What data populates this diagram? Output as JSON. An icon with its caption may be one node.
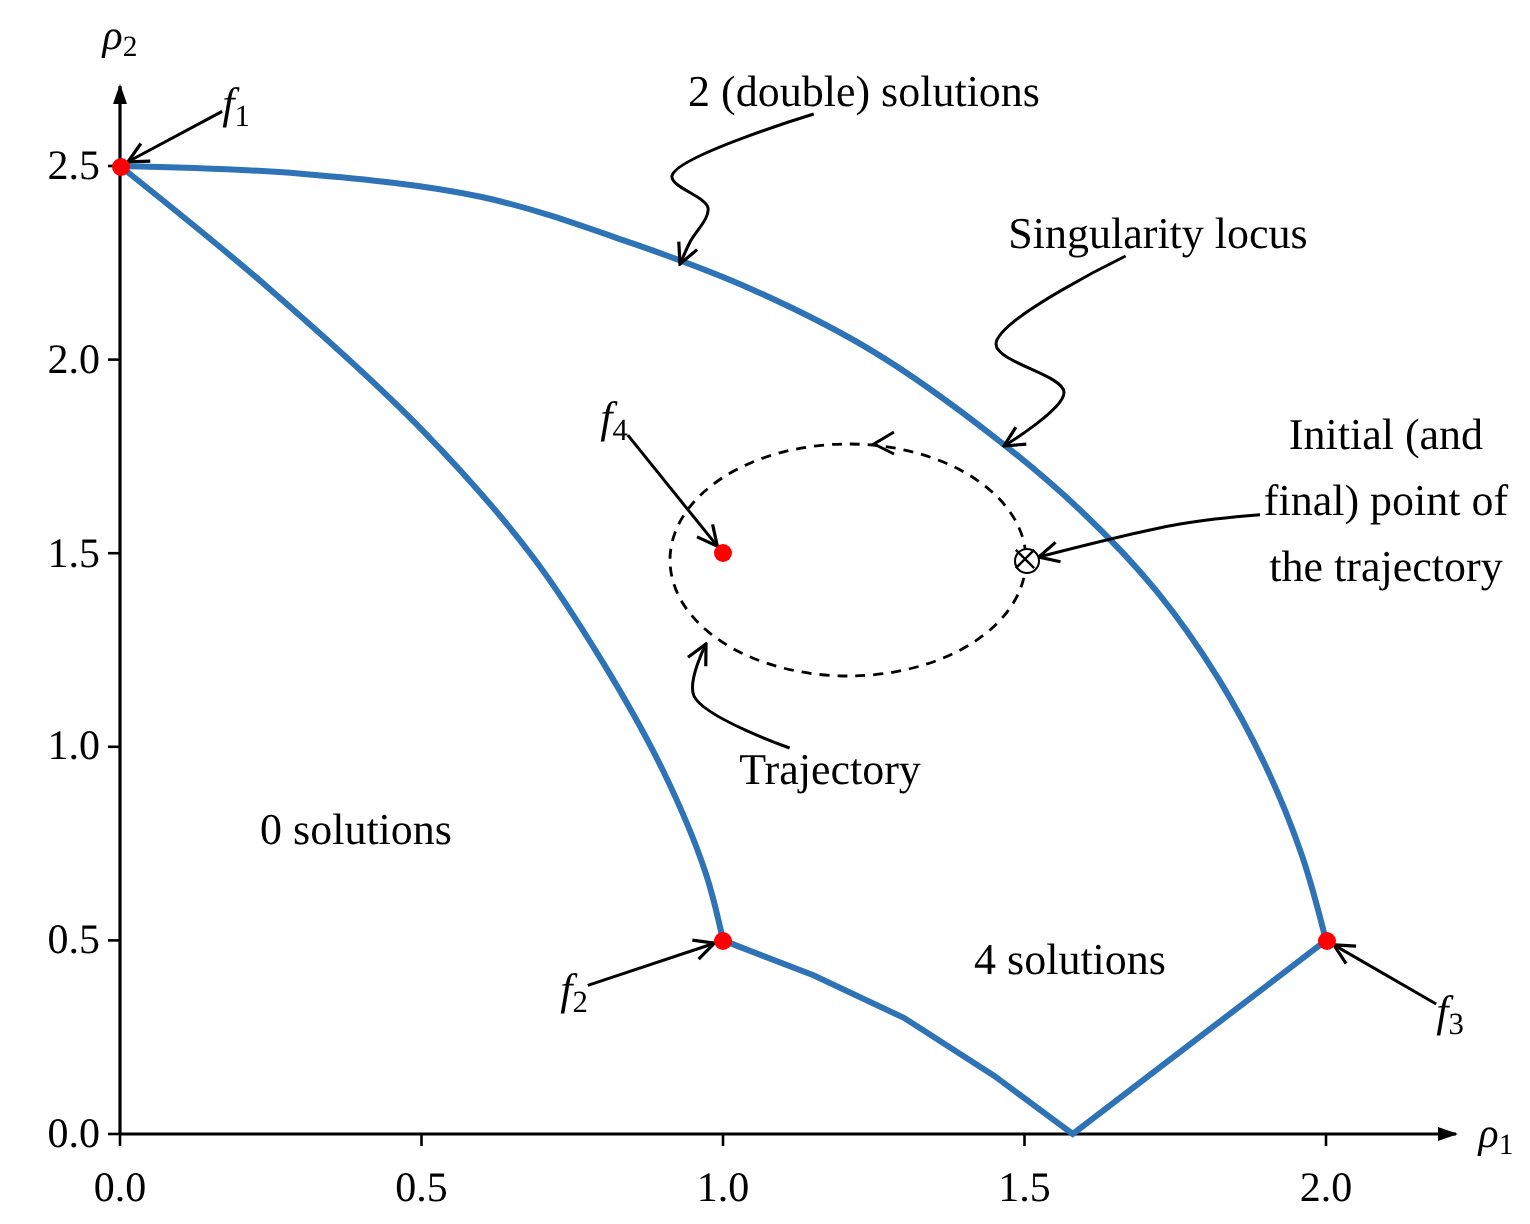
{
  "diagram": {
    "nodes": [
      {
        "text": [
          "*f*$_{1}$"
        ]
      },
      {
        "text": [],
        "shape": "dot"
      },
      {
        "text": [
          "2 (double) solutions"
        ]
      },
      {
        "text": [
          "Singularity locus"
        ]
      },
      {
        "text": [
          "*f*$_{4}$"
        ]
      },
      {
        "text": [],
        "shape": "dot"
      },
      {
        "text": [
          "Initial (and final) point of the trajectory"
        ]
      },
      {
        "text": [],
        "shape": "circle"
      },
      {
        "text": [
          "Trajectory"
        ]
      },
      {
        "text": [
          "*f*$_{2}$"
        ]
      },
      {
        "text": [],
        "shape": "dot"
      },
      {
        "text": [
          "*f*$_{3}$"
        ]
      },
      {
        "text": [],
        "shape": "dot"
      }
    ],
    "edges": [
      {
        "from": 0,
        "to": 1,
        "arrow": "to"
      },
      {
        "from": 2,
        "to": null,
        "arrow": "to"
      },
      {
        "from": 3,
        "to": null,
        "arrow": "to"
      },
      {
        "from": 4,
        "to": 5,
        "arrow": "to"
      },
      {
        "from": 6,
        "to": 7,
        "arrow": "to"
      },
      {
        "from": 8,
        "to": null,
        "arrow": "to"
      },
      {
        "from": 9,
        "to": 10,
        "arrow": "to"
      },
      {
        "from": 11,
        "to": 12,
        "arrow": "to"
      }
    ],
    "labels": [
      "*ρ*$_{2}$",
      "2.5",
      "2.0",
      "1.5",
      "1.0",
      "0 solutions",
      "0.5",
      "4 solutions",
      "0.0",
      "*ρ*$_{1}$",
      "0.0",
      "0.5",
      "1.0",
      "1.5",
      "2.0"
    ]
  }
}
